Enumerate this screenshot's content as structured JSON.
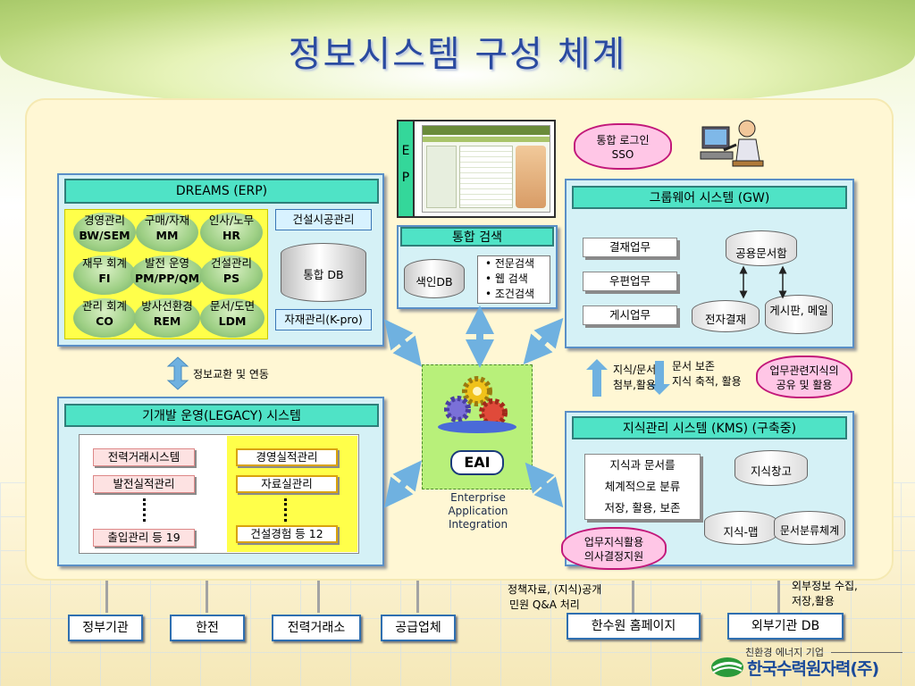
{
  "title": "정보시스템 구성 체계",
  "erp": {
    "header": "DREAMS (ERP)",
    "modules": [
      {
        "name": "경영관리",
        "code": "BW/SEM"
      },
      {
        "name": "구매/자재",
        "code": "MM"
      },
      {
        "name": "인사/노무",
        "code": "HR"
      },
      {
        "name": "재무 회계",
        "code": "FI"
      },
      {
        "name": "발전 운영",
        "code": "PM/PP/QM"
      },
      {
        "name": "건설관리",
        "code": "PS"
      },
      {
        "name": "관리 회계",
        "code": "CO"
      },
      {
        "name": "방사선환경",
        "code": "REM"
      },
      {
        "name": "문서/도면",
        "code": "LDM"
      }
    ],
    "construction": "건설시공관리",
    "db": "통합 DB",
    "kpro": "자재관리(K-pro)"
  },
  "ep": {
    "letters": [
      "E",
      "P"
    ]
  },
  "sso": {
    "line1": "통합 로그인",
    "line2": "SSO"
  },
  "search": {
    "header": "통합 검색",
    "db": "색인DB",
    "items": [
      "• 전문검색",
      "• 웹 검색",
      "• 조건검색"
    ]
  },
  "gw": {
    "header": "그룹웨어 시스템 (GW)",
    "items": [
      "결재업무",
      "우편업무",
      "게시업무"
    ],
    "db_top": "공용문서함",
    "db_left": "전자결재",
    "db_right": "게시판, 메일"
  },
  "exchange_label": "정보교환 및 연동",
  "legacy": {
    "header": "기개발 운영(LEGACY) 시스템",
    "left": [
      "전력거래시스템",
      "발전실적관리",
      "출입관리 등 19"
    ],
    "right": [
      "경영실적관리",
      "자료실관리",
      "건설경험 등 12"
    ]
  },
  "eai": {
    "label": "EAI",
    "caption": [
      "Enterprise",
      "Application",
      "Integration"
    ]
  },
  "gw_kms_left": [
    "지식/문서",
    "첨부,활용"
  ],
  "gw_kms_right": [
    "문서 보존",
    "지식 축적, 활용"
  ],
  "cloud_right": {
    "line1": "업무관련지식의",
    "line2": "공유 및 활용"
  },
  "kms": {
    "header": "지식관리 시스템 (KMS) (구축중)",
    "desc": [
      "지식과 문서를",
      "체계적으로 분류",
      "저장, 활용, 보존"
    ],
    "db_top": "지식창고",
    "db_left": "지식-맵",
    "db_right": "문서분류체계"
  },
  "cloud_kms": {
    "line1": "업무지식활용",
    "line2": "의사결정지원"
  },
  "bottom": {
    "policy": [
      "정책자료, (지식)공개",
      "민원 Q&A 처리"
    ],
    "external": [
      "외부정보 수집,",
      "저장,활용"
    ],
    "buttons": [
      "정부기관",
      "한전",
      "전력거래소",
      "공급업체",
      "한수원 홈페이지",
      "외부기관 DB"
    ]
  },
  "logo": {
    "tagline": "친환경 에너지 기업",
    "name": "한국수력원자력(주)"
  },
  "colors": {
    "teal_header": "#4fe3c6",
    "erp_yellow": "#ffff4a",
    "arrow_blue": "#6fb1e0",
    "cloud_pink": "#ffc6e6"
  }
}
